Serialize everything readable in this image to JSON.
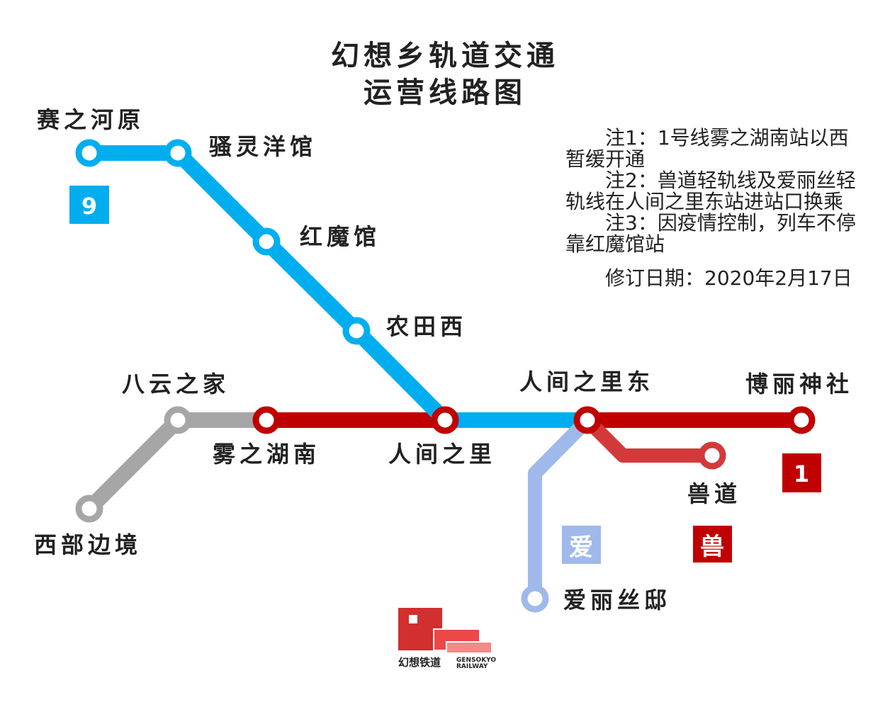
{
  "title": {
    "line1": "幻想乡轨道交通",
    "line2": "运营线路图"
  },
  "notes": [
    "注1：1号线雾之湖南站以西暂缓开通",
    "注2：兽道轻轨线及爱丽丝轻轨线在人间之里东站进站口换乘",
    "注3：因疫情控制，列车不停靠红魔馆站"
  ],
  "revision": "修订日期：2020年2月17日",
  "colors": {
    "line9": "#00aeef",
    "line1": "#c00000",
    "line_gray": "#a6a6a6",
    "line_ai": "#9fb9ea",
    "line_shou": "#d23a3a"
  },
  "stations": {
    "saizhi": "赛之河原",
    "saoling": "骚灵洋馆",
    "hongmo": "红魔馆",
    "nongtian": "农田西",
    "bayun": "八云之家",
    "wuzhi": "雾之湖南",
    "renjian": "人间之里",
    "renjian_east": "人间之里东",
    "boli": "博丽神社",
    "shoudao": "兽道",
    "xibu": "西部边境",
    "aili": "爱丽丝邸"
  },
  "badges": {
    "line9": "9",
    "line1": "1",
    "ai": "爱",
    "shou": "兽"
  },
  "logo": {
    "name": "幻想铁道",
    "en_top": "GENSOKYO",
    "en_bottom": "RAILWAY"
  }
}
